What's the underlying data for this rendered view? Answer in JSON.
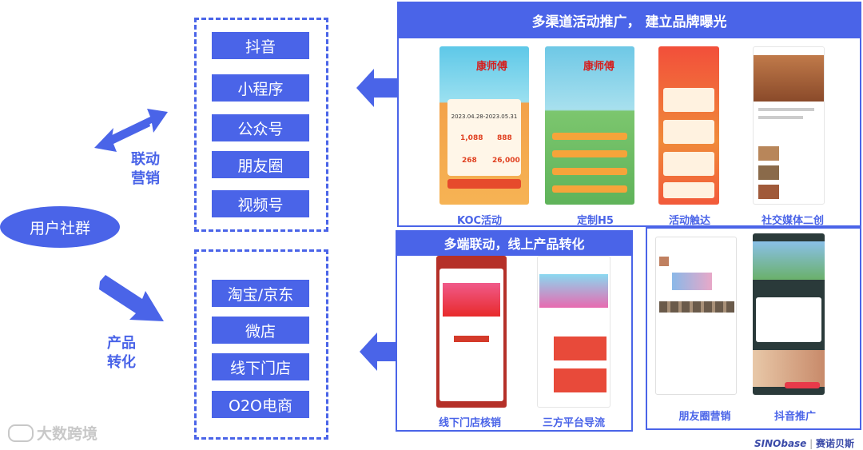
{
  "community": {
    "label": "用户社群"
  },
  "linkage": {
    "label_line1": "联动",
    "label_line2": "营销"
  },
  "conversion": {
    "label_line1": "产品",
    "label_line2": "转化"
  },
  "marketing_channels": [
    "抖音",
    "小程序",
    "公众号",
    "朋友圈",
    "视频号"
  ],
  "sales_channels": [
    "淘宝/京东",
    "微店",
    "线下门店",
    "O2O电商"
  ],
  "panel_top": {
    "title": "多渠道活动推广， 建立品牌曝光",
    "captions": [
      "KOC活动",
      "定制H5",
      "活动触达",
      "社交媒体二创"
    ]
  },
  "panel_bottom": {
    "title": "多端联动，线上产品转化",
    "captions": [
      "线下门店核销",
      "三方平台导流"
    ]
  },
  "panel_right": {
    "captions": [
      "朋友圈营销",
      "抖音推广"
    ]
  },
  "thumb_text": {
    "koc_brand": "康师傅",
    "koc_dates": "2023.04.28-2023.05.31",
    "koc_numbers": [
      "1,088",
      "888",
      "268",
      "26,000"
    ],
    "h5_brand": "康师傅"
  },
  "watermark": {
    "left": "大数跨境",
    "right_brand": "SINObase",
    "right_cn": "赛诺贝斯"
  },
  "colors": {
    "accent": "#4a64e8"
  }
}
